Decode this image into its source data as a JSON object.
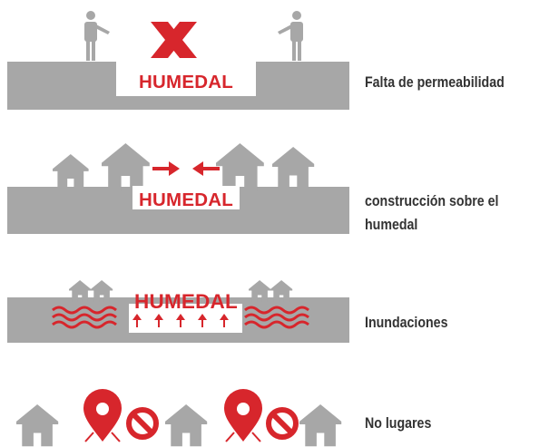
{
  "colors": {
    "ground": "#a7a7a7",
    "accent": "#d7262c",
    "text": "#333333",
    "figure": "#a7a7a7"
  },
  "panels": [
    {
      "label": "HUMEDAL",
      "caption_lines": [
        "Falta de permeabilidad"
      ],
      "icons": [
        "person-icon",
        "x-mark-icon",
        "person-icon"
      ]
    },
    {
      "label": "HUMEDAL",
      "caption_lines": [
        "construcción sobre el",
        "humedal"
      ],
      "icons": [
        "house-icon",
        "arrow-right-icon",
        "arrow-left-icon"
      ]
    },
    {
      "label": "HUMEDAL",
      "caption_lines": [
        "Inundaciones"
      ],
      "icons": [
        "house-icon",
        "wave-icon",
        "arrow-up-icon"
      ]
    },
    {
      "label": "",
      "caption_lines": [
        "No lugares"
      ],
      "icons": [
        "house-icon",
        "location-pin-icon",
        "prohibited-icon"
      ]
    }
  ]
}
